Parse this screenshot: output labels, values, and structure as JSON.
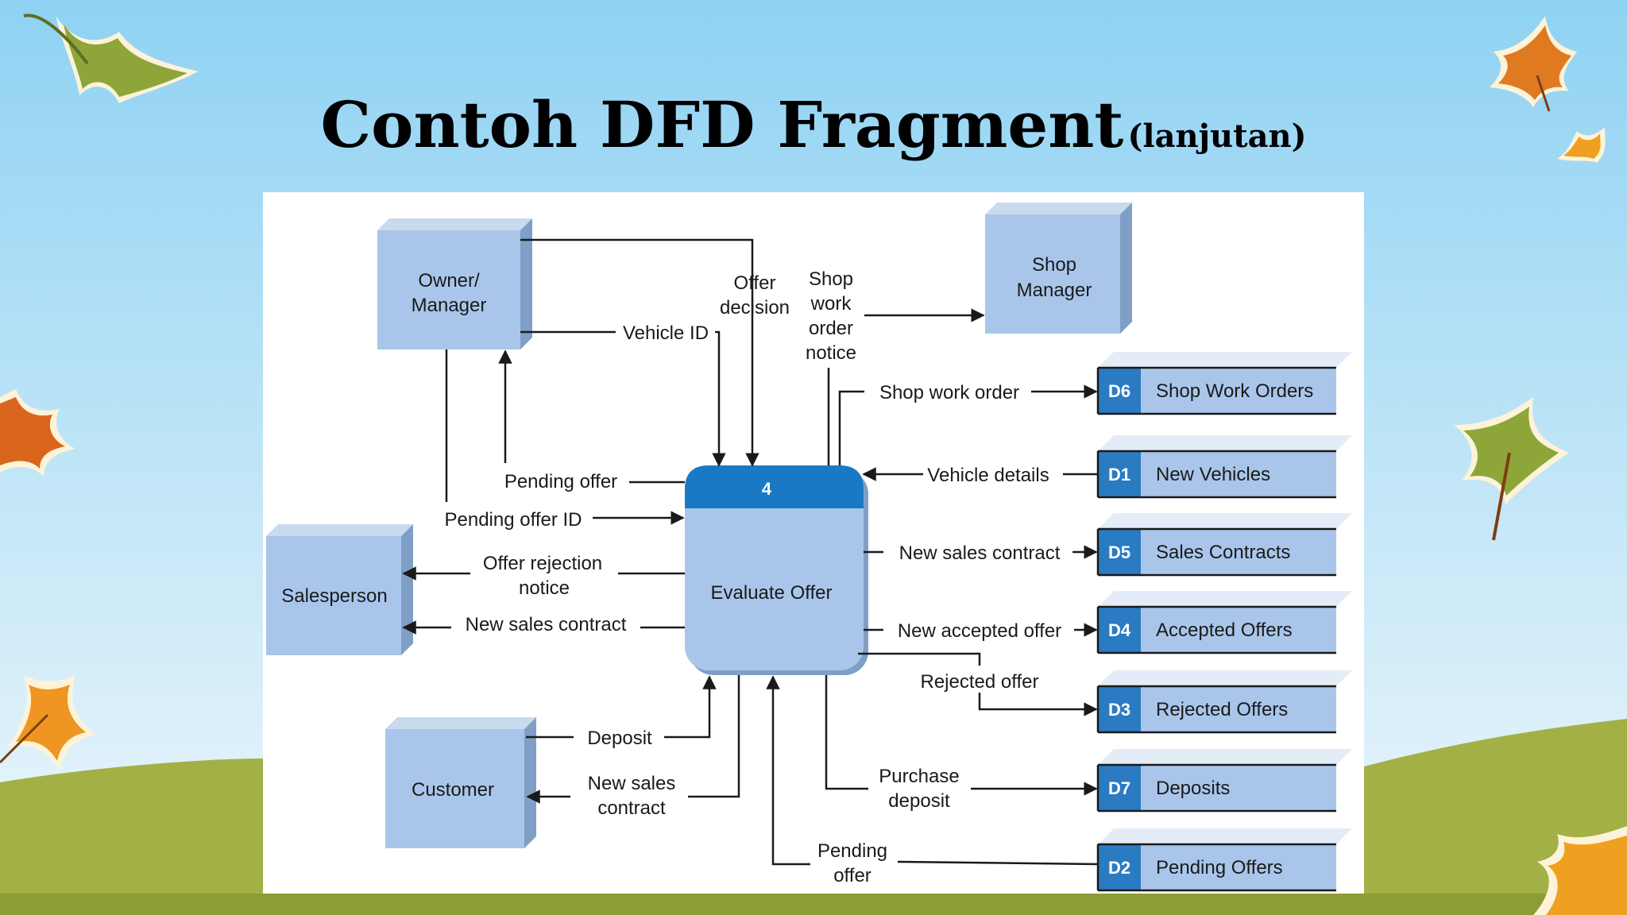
{
  "slide": {
    "title": "Contoh DFD Fragment",
    "subtitle": "(lanjutan)"
  },
  "diagram": {
    "process": {
      "number": "4",
      "name": "Evaluate Offer"
    },
    "entities": {
      "owner_manager": [
        "Owner/",
        "Manager"
      ],
      "shop_manager": [
        "Shop",
        "Manager"
      ],
      "salesperson": [
        "Salesperson"
      ],
      "customer": [
        "Customer"
      ]
    },
    "stores": [
      {
        "id": "D6",
        "name": "Shop Work Orders"
      },
      {
        "id": "D1",
        "name": "New Vehicles"
      },
      {
        "id": "D5",
        "name": "Sales Contracts"
      },
      {
        "id": "D4",
        "name": "Accepted Offers"
      },
      {
        "id": "D3",
        "name": "Rejected Offers"
      },
      {
        "id": "D7",
        "name": "Deposits"
      },
      {
        "id": "D2",
        "name": "Pending Offers"
      }
    ],
    "flows": {
      "offer_decision": [
        "Offer",
        "decision"
      ],
      "vehicle_id": "Vehicle ID",
      "shop_work_order_notice": [
        "Shop",
        "work",
        "order",
        "notice"
      ],
      "shop_work_order": "Shop work order",
      "vehicle_details": "Vehicle details",
      "new_sales_contract_store": "New sales contract",
      "new_accepted_offer": "New accepted offer",
      "rejected_offer": "Rejected offer",
      "purchase_deposit": [
        "Purchase",
        "deposit"
      ],
      "pending_offer_store": [
        "Pending",
        "offer"
      ],
      "pending_offer": "Pending offer",
      "pending_offer_id": "Pending offer ID",
      "offer_rejection_notice": [
        "Offer rejection",
        "notice"
      ],
      "new_sales_contract_sp": "New sales contract",
      "deposit": "Deposit",
      "new_sales_contract_cust": [
        "New sales",
        "contract"
      ]
    }
  },
  "colors": {
    "sky_top": "#8fd2f3",
    "sky_bottom": "#e6f4fb",
    "grass": "#9fac3f",
    "entity_fill": "#a9c6ea",
    "entity_shade": "#7f9fc6",
    "process_header": "#1a79c4",
    "store_id_fill": "#2b7bc2"
  }
}
